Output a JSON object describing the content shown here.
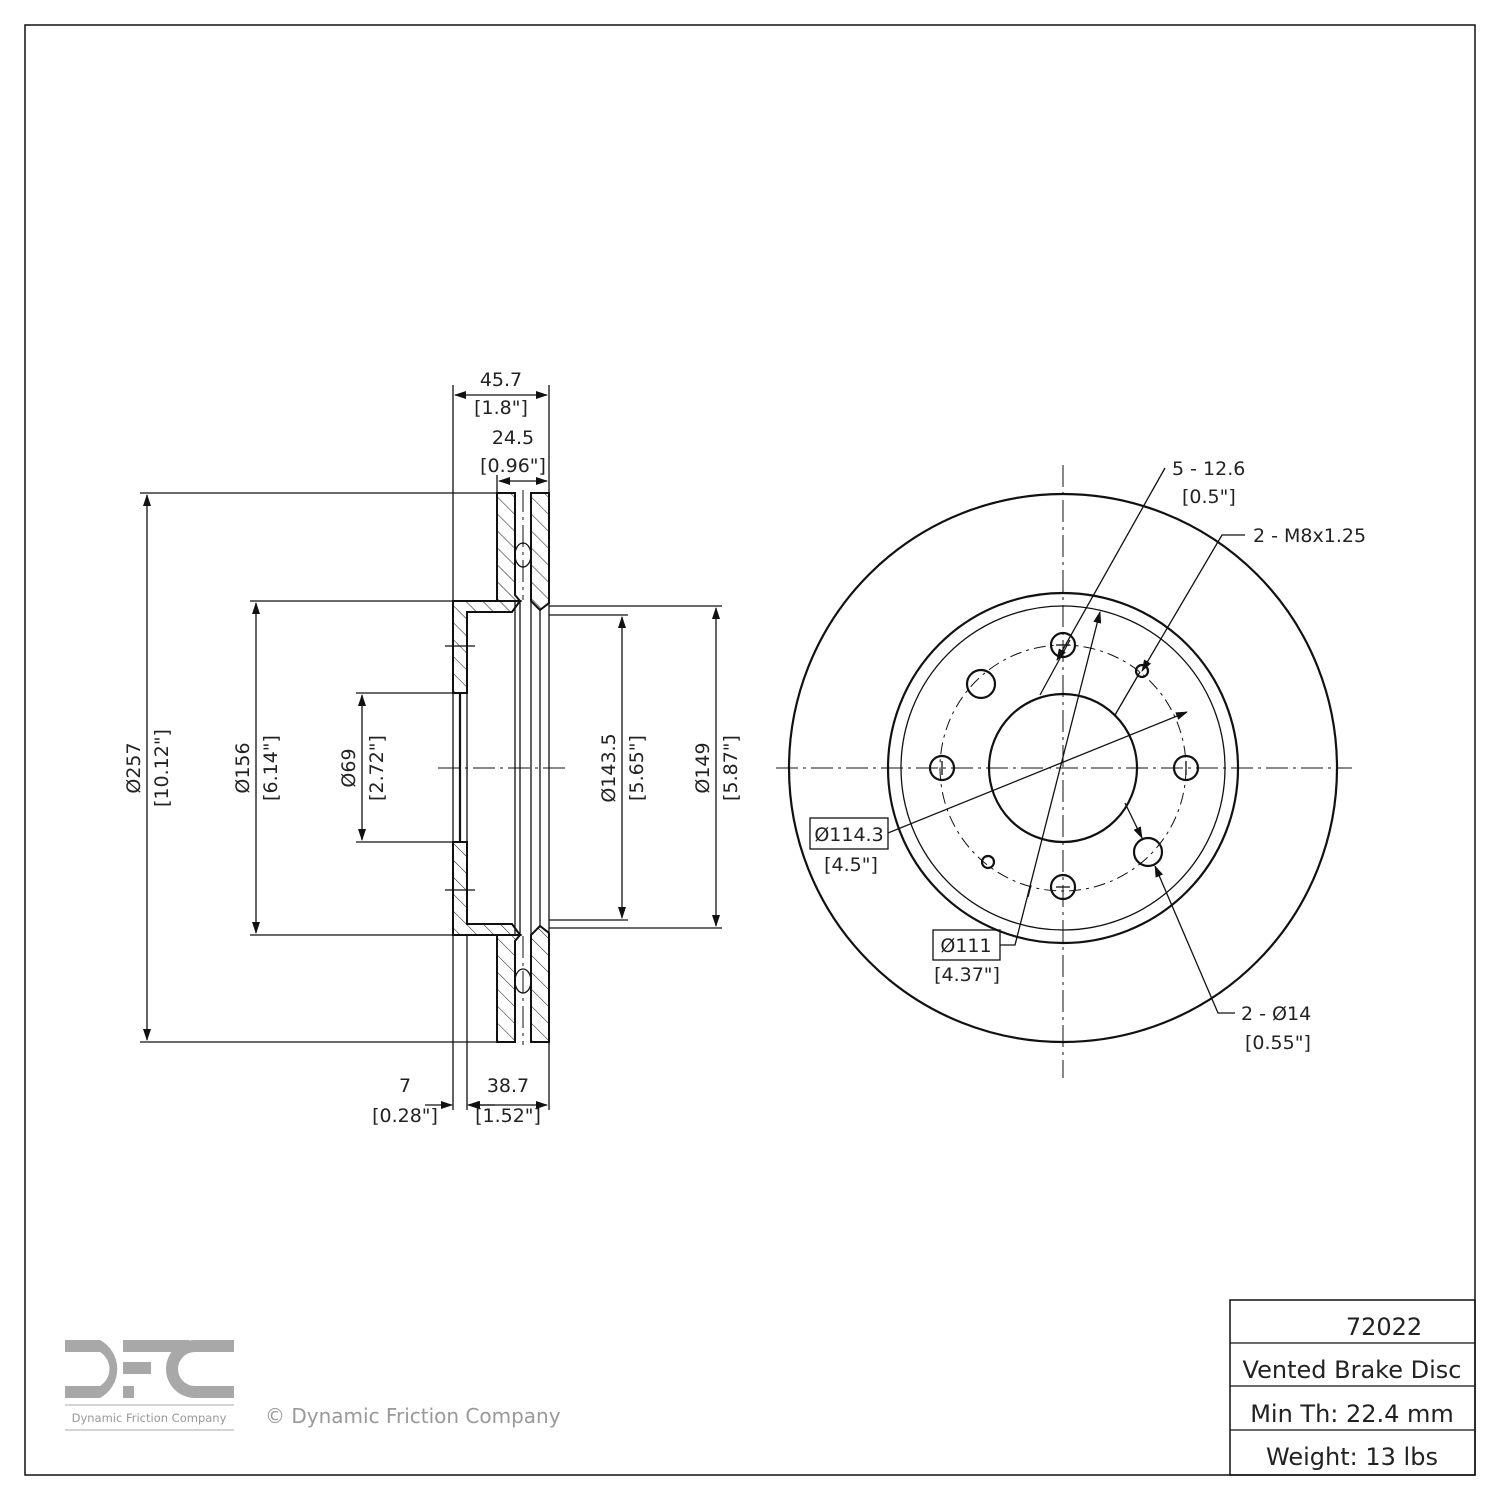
{
  "side_view": {
    "overall_width": {
      "mm": "45.7",
      "in": "[1.8\"]"
    },
    "disc_thickness": {
      "mm": "24.5",
      "in": "[0.96\"]"
    },
    "outer_diameter": {
      "mm": "Ø257",
      "in": "[10.12\"]"
    },
    "hat_diameter": {
      "mm": "Ø156",
      "in": "[6.14\"]"
    },
    "center_bore": {
      "mm": "Ø69",
      "in": "[2.72\"]"
    },
    "inner_diameter_a": {
      "mm": "Ø143.5",
      "in": "[5.65\"]"
    },
    "inner_diameter_b": {
      "mm": "Ø149",
      "in": "[5.87\"]"
    },
    "hub_thickness": {
      "mm": "7",
      "in": "[0.28\"]"
    },
    "hat_height": {
      "mm": "38.7",
      "in": "[1.52\"]"
    }
  },
  "front_view": {
    "lug_holes": {
      "mm": "5 - 12.6",
      "in": "[0.5\"]"
    },
    "threaded_holes": {
      "mm": "2 - M8x1.25"
    },
    "bolt_circle": {
      "mm": "Ø114.3",
      "in": "[4.5\"]"
    },
    "pilot_circle": {
      "mm": "Ø111",
      "in": "[4.37\"]"
    },
    "aux_holes": {
      "mm": "2 - Ø14",
      "in": "[0.55\"]"
    }
  },
  "title_block": {
    "part_number": "72022",
    "description": "Vented Brake Disc",
    "min_thickness": "Min Th: 22.4 mm",
    "weight": "Weight: 13 lbs"
  },
  "logo": {
    "letters": "DFC",
    "tagline": "Dynamic Friction Company"
  },
  "copyright": "© Dynamic Friction Company"
}
